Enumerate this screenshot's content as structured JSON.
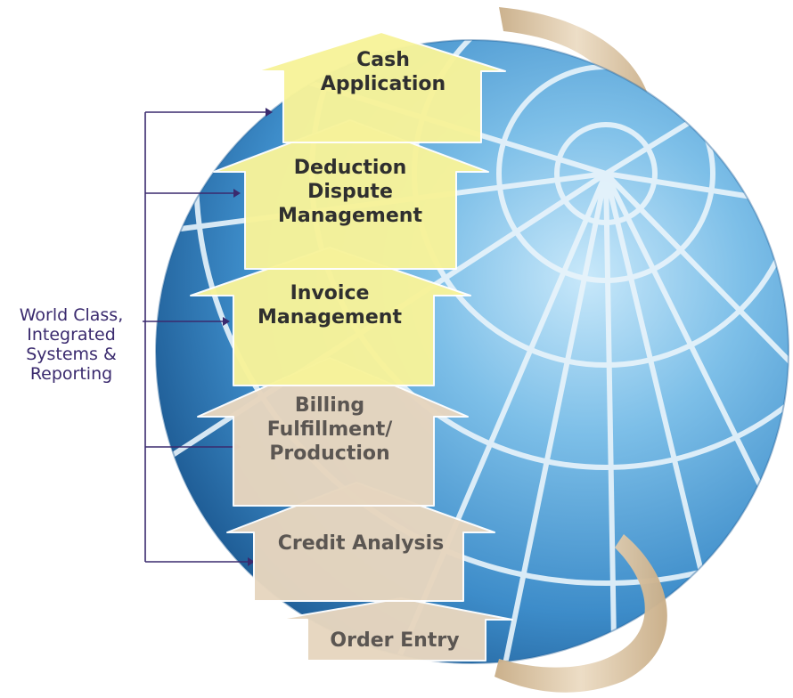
{
  "side_label": {
    "lines": [
      "World Class,",
      "Integrated",
      "Systems &",
      "Reporting"
    ]
  },
  "stages": [
    {
      "lines": [
        "Order Entry"
      ],
      "status": "foundation"
    },
    {
      "lines": [
        "Credit Analysis"
      ],
      "status": "foundation"
    },
    {
      "lines": [
        "Billing",
        "Fulfillment/",
        "Production"
      ],
      "status": "foundation"
    },
    {
      "lines": [
        "Invoice",
        "Management"
      ],
      "status": "highlighted"
    },
    {
      "lines": [
        "Deduction",
        "Dispute",
        "Management"
      ],
      "status": "highlighted"
    },
    {
      "lines": [
        "Cash",
        "Application"
      ],
      "status": "highlighted"
    }
  ],
  "colors": {
    "highlighted_fill": "#f7f39a",
    "foundation_fill": "#e7d6bf",
    "text_highlighted": "#2f2f2f",
    "text_foundation": "#5b5652",
    "bracket": "#3a2a6e",
    "globe_light": "#bfe2f7",
    "globe_mid": "#5aa6d8",
    "globe_dark": "#23639e",
    "band": "#d9c3a3"
  }
}
